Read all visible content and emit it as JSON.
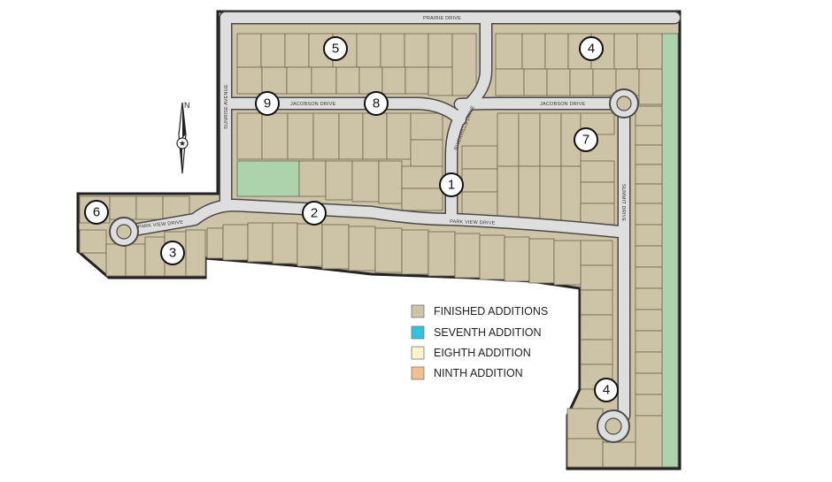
{
  "colors": {
    "finished": "#cdc3a6",
    "seventh": "#2ec5da",
    "eighth": "#fbf5c8",
    "ninth": "#f2c08e",
    "open_space": "#acd3a9",
    "road": "#dedede",
    "boundary": "#222222"
  },
  "roads": {
    "prairie_drive": "PRAIRIE DRIVE",
    "jacobson_drive_west": "JACOBSON DRIVE",
    "jacobson_drive_east": "JACOBSON DRIVE",
    "sunrise_avenue": "SUNRISE AVENUE",
    "riverhills_drive": "RIVERHILLS DRIVE",
    "park_view_drive_west": "PARK VIEW DRIVE",
    "park_view_drive_east": "PARK VIEW DRIVE",
    "summit_drive": "SUMMIT DRIVE"
  },
  "markers": {
    "m1": "1",
    "m2": "2",
    "m3": "3",
    "m4_top": "4",
    "m4_bottom": "4",
    "m5": "5",
    "m6": "6",
    "m7": "7",
    "m8": "8",
    "m9": "9"
  },
  "compass": {
    "icon": "compass-rose-icon",
    "north_label": "N"
  },
  "legend": {
    "finished": "FINISHED ADDITIONS",
    "seventh": "SEVENTH ADDITION",
    "eighth": "EIGHTH ADDITION",
    "ninth": "NINTH ADDITION"
  }
}
